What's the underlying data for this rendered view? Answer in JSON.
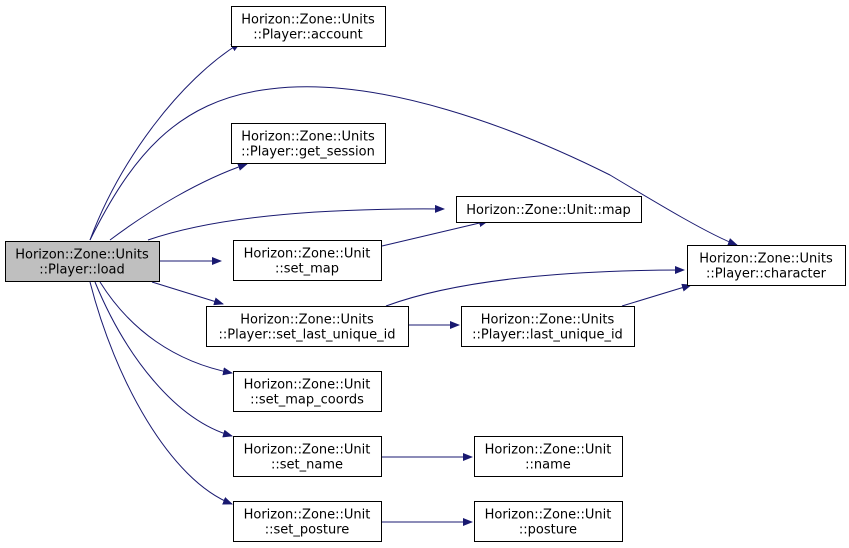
{
  "colors": {
    "edge": "#191970",
    "root_fill": "#bfbfbf",
    "node_fill": "#ffffff",
    "node_border": "#000000"
  },
  "nodes": {
    "load": {
      "lines": [
        "Horizon::Zone::Units",
        "::Player::load"
      ]
    },
    "account": {
      "lines": [
        "Horizon::Zone::Units",
        "::Player::account"
      ]
    },
    "get_session": {
      "lines": [
        "Horizon::Zone::Units",
        "::Player::get_session"
      ]
    },
    "map": {
      "lines": [
        "Horizon::Zone::Unit::map"
      ]
    },
    "set_map": {
      "lines": [
        "Horizon::Zone::Unit",
        "::set_map"
      ]
    },
    "character": {
      "lines": [
        "Horizon::Zone::Units",
        "::Player::character"
      ]
    },
    "set_last_unique": {
      "lines": [
        "Horizon::Zone::Units",
        "::Player::set_last_unique_id"
      ]
    },
    "last_unique": {
      "lines": [
        "Horizon::Zone::Units",
        "::Player::last_unique_id"
      ]
    },
    "set_map_coords": {
      "lines": [
        "Horizon::Zone::Unit",
        "::set_map_coords"
      ]
    },
    "set_name": {
      "lines": [
        "Horizon::Zone::Unit",
        "::set_name"
      ]
    },
    "name": {
      "lines": [
        "Horizon::Zone::Unit",
        "::name"
      ]
    },
    "set_posture": {
      "lines": [
        "Horizon::Zone::Unit",
        "::set_posture"
      ]
    },
    "posture": {
      "lines": [
        "Horizon::Zone::Unit",
        "::posture"
      ]
    }
  },
  "edges": [
    [
      "load",
      "account"
    ],
    [
      "load",
      "character"
    ],
    [
      "load",
      "get_session"
    ],
    [
      "load",
      "map"
    ],
    [
      "load",
      "set_map"
    ],
    [
      "load",
      "set_last_unique"
    ],
    [
      "load",
      "set_map_coords"
    ],
    [
      "load",
      "set_name"
    ],
    [
      "load",
      "set_posture"
    ],
    [
      "set_map",
      "map"
    ],
    [
      "set_last_unique",
      "character"
    ],
    [
      "set_last_unique",
      "last_unique"
    ],
    [
      "last_unique",
      "character"
    ],
    [
      "set_name",
      "name"
    ],
    [
      "set_posture",
      "posture"
    ]
  ]
}
